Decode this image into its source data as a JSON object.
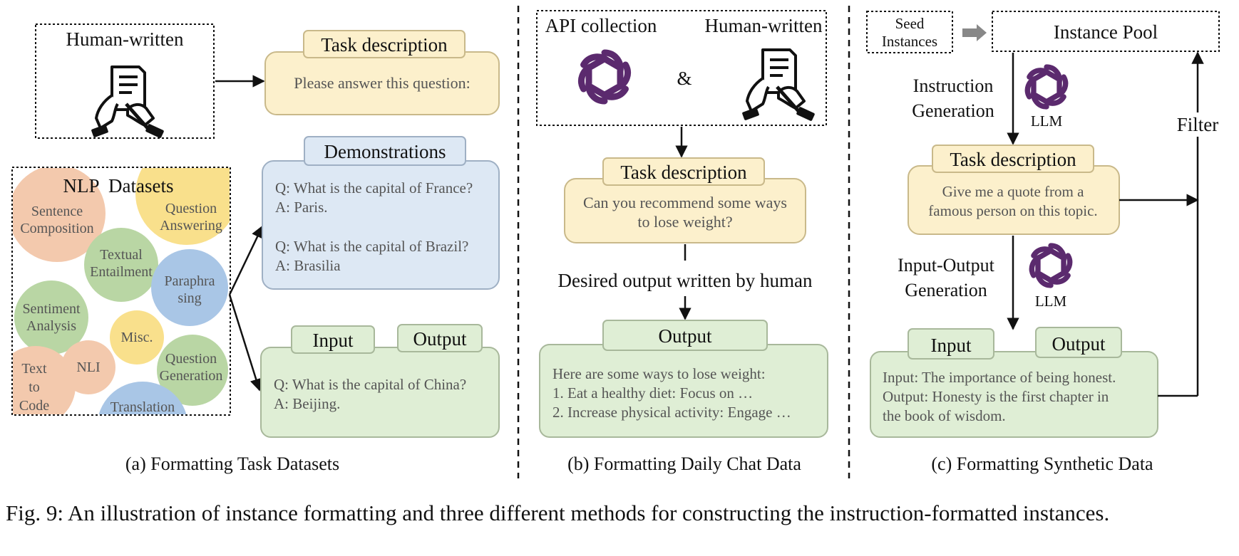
{
  "panel_a": {
    "human_written": "Human-written",
    "task_desc_title": "Task description",
    "task_desc_text": "Please answer this question:",
    "nlp_title": "NLP  Datasets",
    "bubbles": {
      "sentence_composition_1": "Sentence",
      "sentence_composition_2": "Composition",
      "question_answering_1": "Question",
      "question_answering_2": "Answering",
      "textual_entailment_1": "Textual",
      "textual_entailment_2": "Entailment",
      "paraphrasing_1": "Paraphra",
      "paraphrasing_2": "sing",
      "sentiment_analysis_1": "Sentiment",
      "sentiment_analysis_2": "Analysis",
      "misc": "Misc.",
      "text_to_code_1": "Text",
      "text_to_code_2": "to",
      "text_to_code_3": "Code",
      "nli": "NLI",
      "question_generation_1": "Question",
      "question_generation_2": "Generation",
      "translation": "Translation"
    },
    "demos_title": "Demonstrations",
    "demo_lines": [
      "Q: What is the capital of France?",
      "A: Paris.",
      "Q: What is the capital of Brazil?",
      "A: Brasilia"
    ],
    "input_tab": "Input",
    "output_tab": "Output",
    "io_lines": [
      "Q: What is the capital of China?",
      "A: Beijing."
    ],
    "subcaption": "(a) Formatting Task Datasets"
  },
  "panel_b": {
    "api_collection": "API collection",
    "ampersand": "&",
    "human_written": "Human-written",
    "task_desc_title": "Task description",
    "task_desc_lines": [
      "Can you recommend some ways",
      "to lose weight?"
    ],
    "desired_output": "Desired output written by human",
    "output_title": "Output",
    "output_lines": [
      "Here are some ways to lose weight:",
      "1. Eat a healthy diet: Focus on …",
      "2. Increase physical activity: Engage …"
    ],
    "subcaption": "(b) Formatting Daily Chat Data"
  },
  "panel_c": {
    "seed_1": "Seed",
    "seed_2": "Instances",
    "instance_pool": "Instance Pool",
    "instr_gen_1": "Instruction",
    "instr_gen_2": "Generation",
    "llm": "LLM",
    "filter": "Filter",
    "task_desc_title": "Task description",
    "task_desc_lines": [
      "Give me a quote from a",
      "famous person on this topic."
    ],
    "io_gen_1": "Input-Output",
    "io_gen_2": "Generation",
    "input_tab": "Input",
    "output_tab": "Output",
    "io_lines": [
      "Input: The importance of being honest.",
      "Output: Honesty is the first chapter in",
      "the book of wisdom."
    ],
    "subcaption": "(c) Formatting Synthetic Data"
  },
  "figure_caption": "Fig. 9: An illustration of instance formatting and three different methods for constructing the instruction-formatted instances.",
  "colors": {
    "yellow_fill": "#fcf0cc",
    "yellow_stroke": "#c9b98a",
    "blue_fill": "#dde8f4",
    "blue_stroke": "#9fb0c4",
    "green_fill": "#dfeed5",
    "green_stroke": "#a8b89b",
    "bubble_orange": "#f3c9ad",
    "bubble_yellow": "#f9e08c",
    "bubble_green": "#b9d6a4",
    "bubble_blue": "#a9c6e6",
    "llm_purple": "#5b2a6e"
  }
}
